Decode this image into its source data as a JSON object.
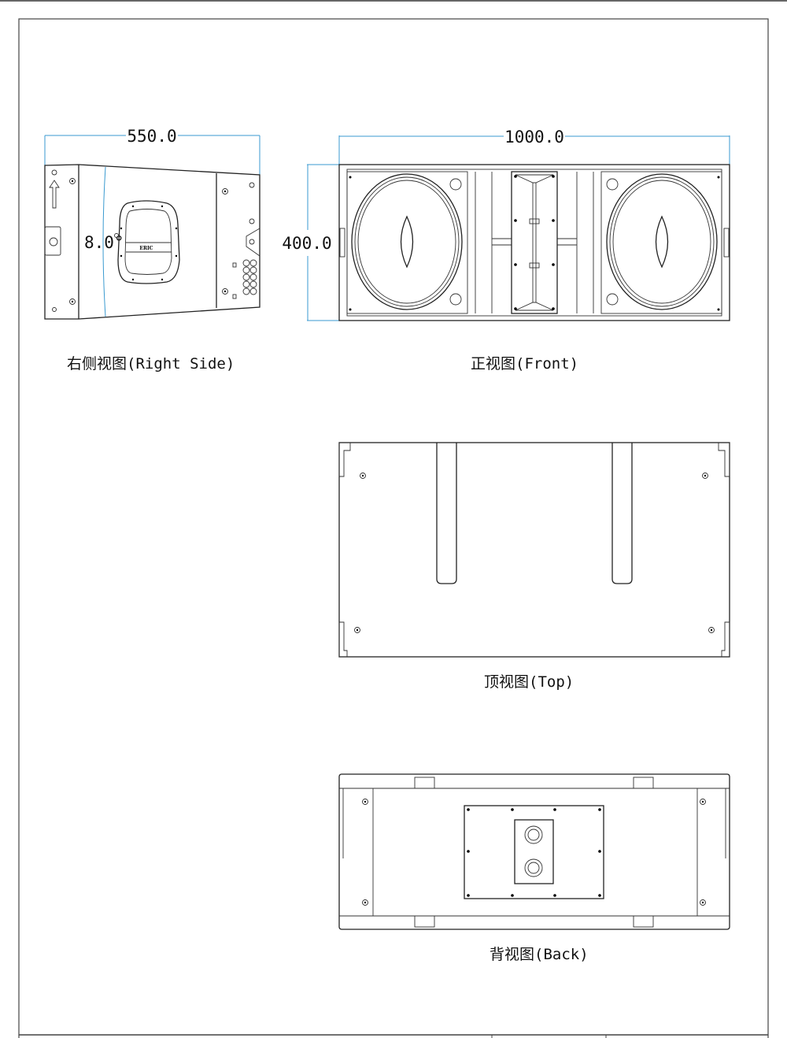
{
  "drawing": {
    "dimensions": {
      "side_depth": "550.0",
      "front_width": "1000.0",
      "front_height": "400.0",
      "side_angle": "8.0°"
    },
    "captions": {
      "right_side": "右侧视图(Right Side)",
      "front": "正视图(Front)",
      "top": "顶视图(Top)",
      "back": "背视图(Back)"
    },
    "logo_text": "ERIC",
    "dimension_color": "#3a9ad0"
  }
}
